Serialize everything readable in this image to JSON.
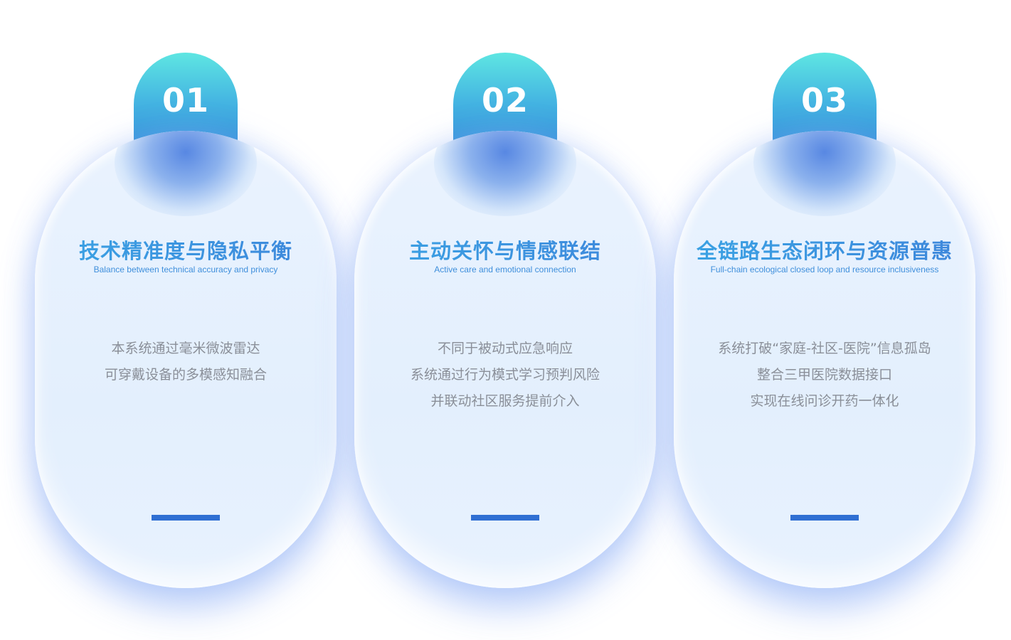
{
  "cards": [
    {
      "number": "01",
      "title": "技术精准度与隐私平衡",
      "subtitle": "Balance between technical accuracy and privacy",
      "lines": [
        "本系统通过毫米微波雷达",
        "可穿戴设备的多模感知融合"
      ]
    },
    {
      "number": "02",
      "title": "主动关怀与情感联结",
      "subtitle": "Active care and emotional connection",
      "lines": [
        "不同于被动式应急响应",
        "系统通过行为模式学习预判风险",
        "并联动社区服务提前介入"
      ]
    },
    {
      "number": "03",
      "title": "全链路生态闭环与资源普惠",
      "subtitle": "Full-chain ecological closed loop and resource inclusiveness",
      "lines": [
        "系统打破“家庭-社区-医院”信息孤岛",
        "整合三甲医院数据接口",
        "实现在线问诊开药一体化"
      ]
    }
  ],
  "colors": {
    "tab_top": "#5ee6e2",
    "tab_bottom": "#2f86d8",
    "title": "#3e86db",
    "subtitle": "#3f8fdc",
    "body_text": "#8a8f98",
    "accent_bar": "#2f6fd3"
  }
}
